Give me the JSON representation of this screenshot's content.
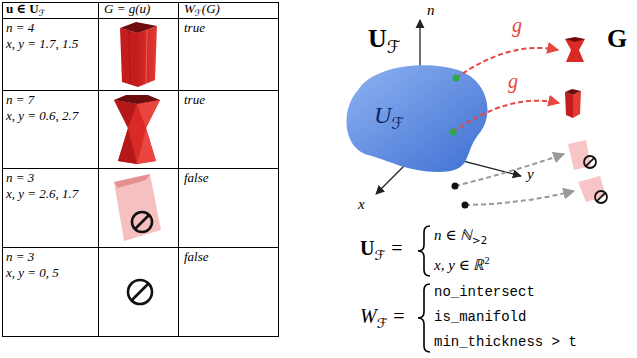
{
  "diagram": {
    "nodes": [
      {
        "text": [
          "U",
          "ℱ"
        ]
      }
    ],
    "labels": [
      "u ∈ U",
      "ℱ",
      "G = g(u)",
      "W",
      "ℱ",
      "(G)",
      "n = 4",
      "x, y = 1.7, 1.5",
      "true",
      "n = 7",
      "x, y = 0.6, 2.7",
      "true",
      "n = 3",
      "x, y = 2.6, 1.7",
      "false",
      "n = 3",
      "x, y = 0, 5",
      "false",
      "U",
      "ℱ",
      "n",
      "x",
      "y",
      "g",
      "g",
      "G",
      "U",
      "ℱ",
      "=",
      "n ∈ ℕ",
      ">2",
      "x, y ∈ ℝ",
      "2",
      "W",
      "ℱ",
      "=",
      "no_intersect",
      "is_manifold",
      "min_thickness > t"
    ]
  }
}
